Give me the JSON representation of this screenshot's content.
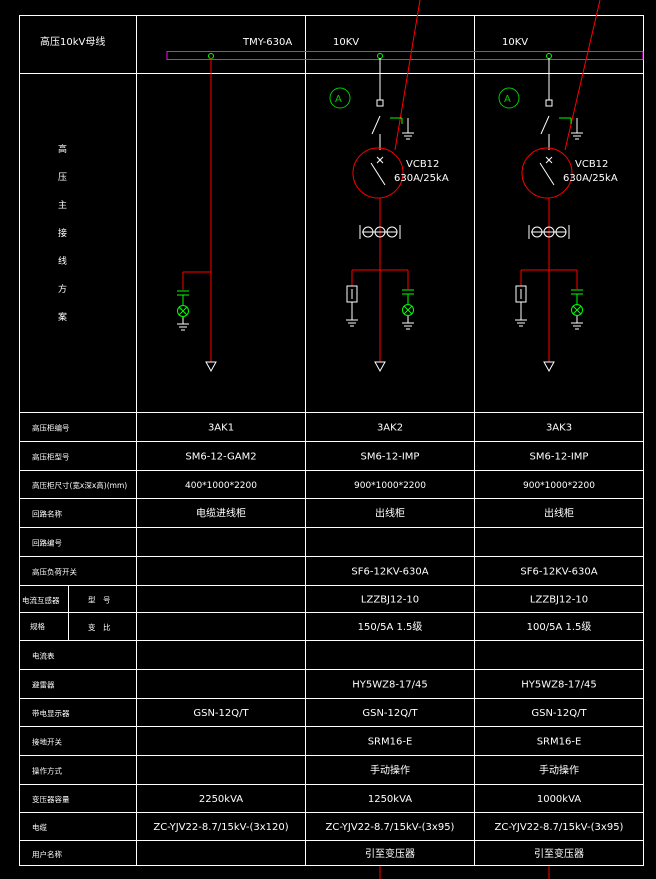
{
  "header": {
    "bus_label": "高压10kV母线",
    "bus_spec": "TMY-630A",
    "voltage_labels": [
      "10KV",
      "10KV"
    ]
  },
  "scheme_label_chars": [
    "高",
    "压",
    "主",
    "接",
    "线",
    "方",
    "案"
  ],
  "breaker": {
    "model": "VCB12",
    "rating": "630A/25kA"
  },
  "ammeter_symbol": "A",
  "rows": [
    {
      "label": "高压柜编号",
      "values": [
        "3AK1",
        "3AK2",
        "3AK3"
      ]
    },
    {
      "label": "高压柜型号",
      "values": [
        "SM6-12-GAM2",
        "SM6-12-IMP",
        "SM6-12-IMP"
      ]
    },
    {
      "label": "高压柜尺寸(宽x深x高)(mm)",
      "values": [
        "400*1000*2200",
        "900*1000*2200",
        "900*1000*2200"
      ]
    },
    {
      "label": "回路名称",
      "values": [
        "电缆进线柜",
        "出线柜",
        "出线柜"
      ]
    },
    {
      "label": "回路编号",
      "values": [
        "",
        "",
        ""
      ]
    },
    {
      "label": "高压负荷开关",
      "values": [
        "",
        "SF6-12KV-630A",
        "SF6-12KV-630A"
      ]
    },
    {
      "label": "型　号",
      "values": [
        "",
        "LZZBJ12-10",
        "LZZBJ12-10"
      ]
    },
    {
      "label": "变　比",
      "values": [
        "",
        "150/5A   1.5级",
        "100/5A   1.5级"
      ]
    },
    {
      "label": "电流表",
      "values": [
        "",
        "",
        ""
      ]
    },
    {
      "label": "避雷器",
      "values": [
        "",
        "HY5WZ8-17/45",
        "HY5WZ8-17/45"
      ]
    },
    {
      "label": "带电显示器",
      "values": [
        "GSN-12Q/T",
        "GSN-12Q/T",
        "GSN-12Q/T"
      ]
    },
    {
      "label": "接地开关",
      "values": [
        "",
        "SRM16-E",
        "SRM16-E"
      ]
    },
    {
      "label": "操作方式",
      "values": [
        "",
        "手动操作",
        "手动操作"
      ]
    },
    {
      "label": "变压器容量",
      "values": [
        "2250kVA",
        "1250kVA",
        "1000kVA"
      ]
    },
    {
      "label": "电缆",
      "values": [
        "ZC-YJV22-8.7/15kV-(3x120)",
        "ZC-YJV22-8.7/15kV-(3x95)",
        "ZC-YJV22-8.7/15kV-(3x95)"
      ]
    },
    {
      "label": "用户名称",
      "values": [
        "",
        "引至变压器",
        "引至变压器"
      ]
    }
  ],
  "ct_group_labels": [
    "电流互感器",
    "规格"
  ],
  "colors": {
    "background": "#000000",
    "grid_line": "#ffffff",
    "bus_bar": "#ff00ff",
    "feeder": "#ff0000",
    "ammeter_circle": "#00cc00",
    "indicator": "#00ff00",
    "earth_blade": "#00ff00",
    "dimension_text": "#ff0000"
  }
}
